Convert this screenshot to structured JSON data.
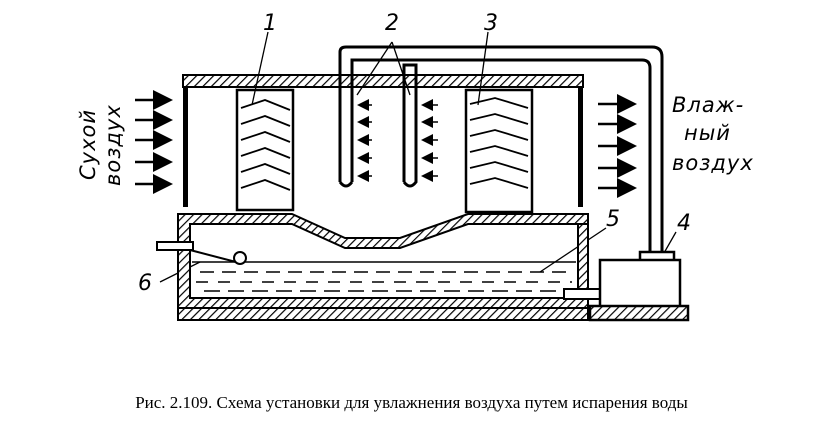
{
  "labels": {
    "n1": "1",
    "n2": "2",
    "n3": "3",
    "n4": "4",
    "n5": "5",
    "n6": "6",
    "dry_line1": "Сухой",
    "dry_line2": "воздух",
    "wet_line1": "Влаж-",
    "wet_line2": "ный",
    "wet_line3": "воздух"
  },
  "caption": "Рис. 2.109. Схема установки для увлажнения воздуха путем испарения воды"
}
